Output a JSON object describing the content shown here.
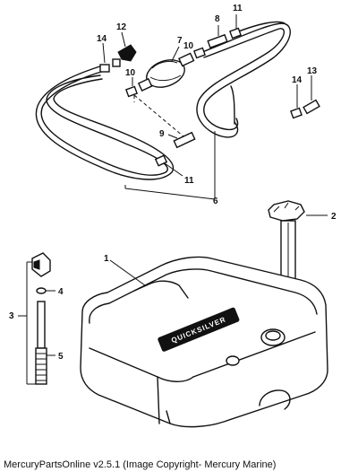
{
  "footer": {
    "text": "MercuryPartsOnline v2.5.1 (Image Copyright- Mercury Marine)"
  },
  "diagram": {
    "tank_brand": "QUICKSILVER",
    "callouts": {
      "c1": "1",
      "c2": "2",
      "c3": "3",
      "c4": "4",
      "c5": "5",
      "c6": "6",
      "c7": "7",
      "c8": "8",
      "c9": "9",
      "c10a": "10",
      "c10b": "10",
      "c11a": "11",
      "c11b": "11",
      "c12": "12",
      "c13": "13",
      "c14a": "14",
      "c14b": "14"
    }
  }
}
